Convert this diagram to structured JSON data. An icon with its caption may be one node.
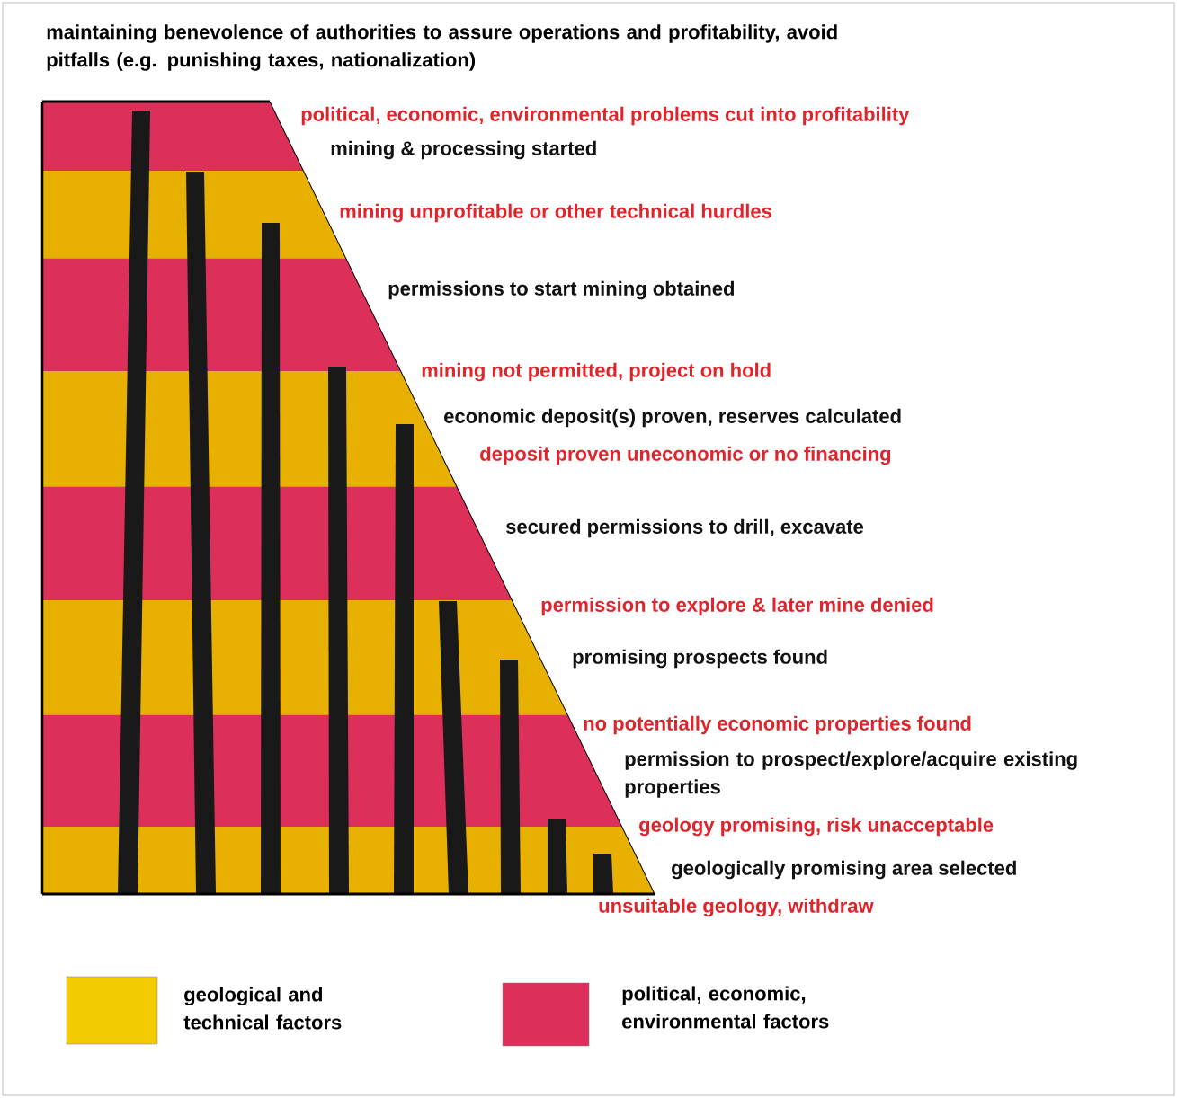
{
  "diagram": {
    "title": "maintaining benevolence of authorities to assure operations and profitability, avoid pitfalls (e.g. punishing taxes, nationalization)",
    "labels": [
      "political, economic, environmental problems cut into profitability",
      "mining & processing started",
      "mining unprofitable or other technical hurdles",
      "permissions to start mining obtained",
      "mining not permitted, project on hold",
      "economic deposit(s) proven, reserves calculated",
      "deposit proven uneconomic or no financing",
      "secured permissions to drill, excavate",
      "permission to explore & later mine denied",
      "promising prospects found",
      "no potentially economic properties found",
      "permission to prospect/explore/acquire existing properties",
      "geology promising, risk unacceptable",
      "geologically promising area selected",
      "unsuitable geology, withdraw"
    ],
    "legend": [
      {
        "text": "geological and technical factors",
        "color": "#f2cc00"
      },
      {
        "text": "political, economic, environmental factors",
        "color": "#dc2f5a"
      }
    ]
  }
}
